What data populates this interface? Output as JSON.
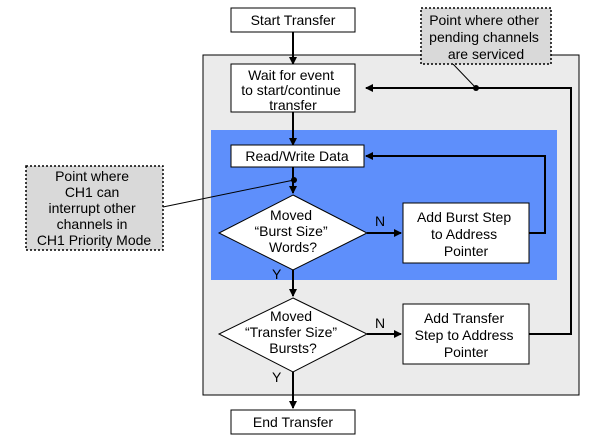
{
  "nodes": {
    "start": "Start Transfer",
    "wait": [
      "Wait for event",
      "to start/continue",
      "transfer"
    ],
    "readwrite": "Read/Write Data",
    "burst_decision": [
      "Moved",
      "“Burst Size”",
      "Words?"
    ],
    "add_burst": [
      "Add Burst Step",
      "to Address",
      "Pointer"
    ],
    "transfer_decision": [
      "Moved",
      "“Transfer Size”",
      "Bursts?"
    ],
    "add_transfer": [
      "Add Transfer",
      "Step to Address",
      "Pointer"
    ],
    "end": "End Transfer"
  },
  "notes": {
    "pending": [
      "Point where other",
      "pending channels",
      "are serviced"
    ],
    "interrupt": [
      "Point where",
      "CH1 can",
      "interrupt other",
      "channels in",
      "CH1 Priority Mode"
    ]
  },
  "labels": {
    "burst_no": "N",
    "burst_yes": "Y",
    "transfer_no": "N",
    "transfer_yes": "Y"
  },
  "colors": {
    "outer_region": "#ebebeb",
    "inner_region": "#5e8ffb",
    "note_fill": "#d9d9d9",
    "box_fill": "#ffffff",
    "line": "#000000"
  }
}
